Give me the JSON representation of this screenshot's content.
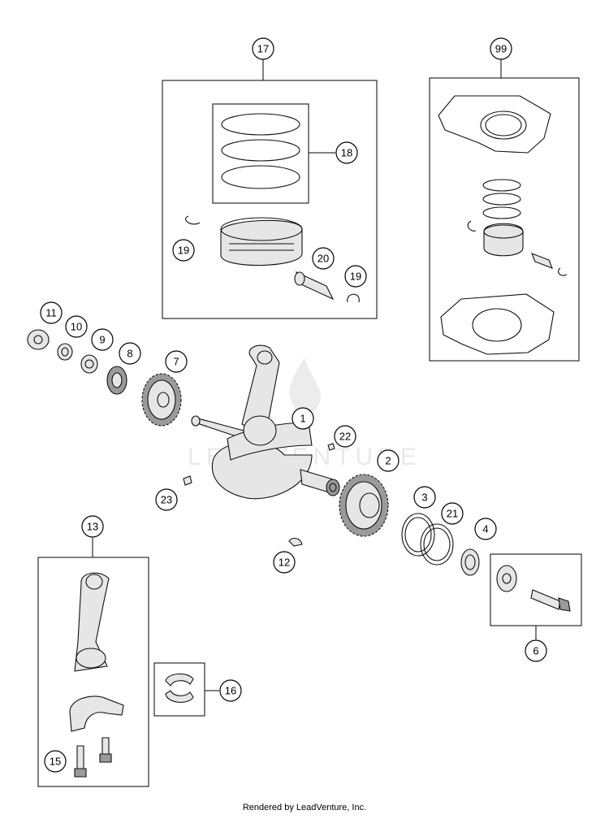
{
  "diagram": {
    "watermark": "LEADVENTURE",
    "callouts": [
      "1",
      "2",
      "3",
      "4",
      "6",
      "7",
      "8",
      "9",
      "10",
      "11",
      "12",
      "13",
      "15",
      "16",
      "17",
      "18",
      "19",
      "19",
      "20",
      "21",
      "22",
      "23",
      "99"
    ]
  },
  "footer": {
    "text": "Rendered by LeadVenture, Inc."
  }
}
